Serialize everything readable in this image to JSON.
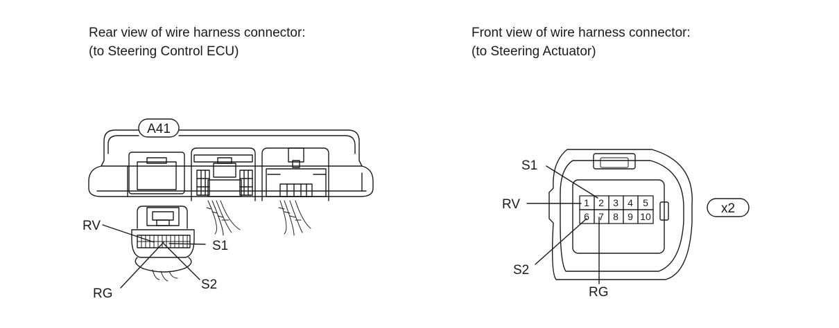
{
  "left": {
    "caption_line1": "Rear view of wire harness connector:",
    "caption_line2": "(to Steering Control ECU)",
    "connector_tag": "A41",
    "labels": {
      "rv": "RV",
      "s1": "S1",
      "rg": "RG",
      "s2": "S2"
    }
  },
  "right": {
    "caption_line1": "Front view of wire harness connector:",
    "caption_line2": "(to Steering Actuator)",
    "connector_tag": "x2",
    "labels": {
      "s1": "S1",
      "rv": "RV",
      "s2": "S2",
      "rg": "RG"
    },
    "pins": [
      "1",
      "2",
      "3",
      "4",
      "5",
      "6",
      "7",
      "8",
      "9",
      "10"
    ]
  }
}
